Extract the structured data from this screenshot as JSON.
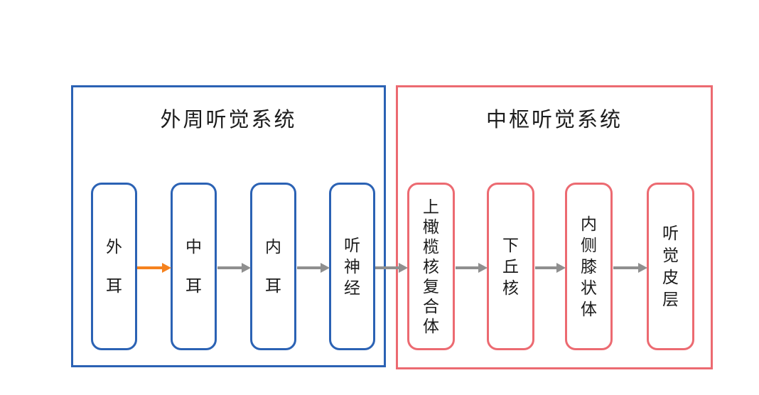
{
  "diagram": {
    "peripheral_system": {
      "title": "外周听觉系统",
      "border_color": "#2b62b4",
      "nodes": [
        {
          "label": "外耳"
        },
        {
          "label": "中耳"
        },
        {
          "label": "内耳"
        },
        {
          "label": "听神经"
        }
      ]
    },
    "central_system": {
      "title": "中枢听觉系统",
      "border_color": "#ec6a71",
      "nodes": [
        {
          "label": "上橄榄核复合体"
        },
        {
          "label": "下丘核"
        },
        {
          "label": "内侧膝状体"
        },
        {
          "label": "听觉皮层"
        }
      ]
    },
    "arrows": {
      "direction": "left-to-right",
      "first_arrow_color": "#f5821e",
      "default_arrow_color": "#8f8f8f",
      "connections": [
        "外耳→中耳",
        "中耳→内耳",
        "内耳→听神经",
        "听神经→上橄榄核复合体",
        "上橄榄核复合体→下丘核",
        "下丘核→内侧膝状体",
        "内侧膝状体→听觉皮层"
      ]
    }
  }
}
